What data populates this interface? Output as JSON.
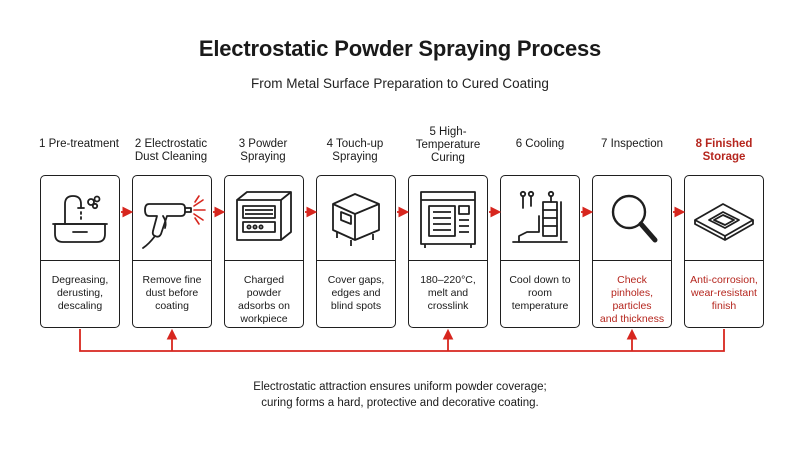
{
  "title": "Electrostatic Powder Spraying Process",
  "subtitle": "From Metal Surface Preparation to Cured Coating",
  "steps": [
    {
      "label_lines": [
        "1 Pre-treatment"
      ],
      "desc_lines": [
        "Degreasing,",
        "derusting,",
        "descaling"
      ],
      "icon": "sink-icon"
    },
    {
      "label_lines": [
        "2 Electrostatic",
        "Dust Cleaning"
      ],
      "desc_lines": [
        "Remove fine",
        "dust before",
        "coating"
      ],
      "icon": "spray-gun-icon"
    },
    {
      "label_lines": [
        "3 Powder",
        "Spraying"
      ],
      "desc_lines": [
        "Charged powder",
        "adsorbs on",
        "workpiece"
      ],
      "icon": "spray-booth-icon"
    },
    {
      "label_lines": [
        "4 Touch-up",
        "Spraying"
      ],
      "desc_lines": [
        "Cover gaps,",
        "edges and",
        "blind spots"
      ],
      "icon": "box-workpiece-icon"
    },
    {
      "label_lines": [
        "5 High-",
        "Temperature",
        "Curing"
      ],
      "desc_lines": [
        "180–220°C,",
        "melt and",
        "crosslink"
      ],
      "icon": "oven-icon"
    },
    {
      "label_lines": [
        "6 Cooling"
      ],
      "desc_lines": [
        "Cool down to",
        "room",
        "temperature"
      ],
      "icon": "cooling-rack-icon"
    },
    {
      "label_lines": [
        "7 Inspection"
      ],
      "desc_lines": [
        "Check pinholes,",
        "particles",
        "and thickness"
      ],
      "icon": "magnifier-icon"
    },
    {
      "label_lines": [
        "8 Finished",
        "Storage"
      ],
      "desc_lines": [
        "Anti-corrosion,",
        "wear-resistant",
        "finish"
      ],
      "icon": "finished-panel-icon"
    }
  ],
  "footer_lines": [
    "Electrostatic attraction ensures uniform powder coverage;",
    "curing forms a hard, protective and decorative coating."
  ],
  "colors": {
    "accent": "#d7261e",
    "accent_text": "#b5261e",
    "ink": "#1f1f1f"
  }
}
